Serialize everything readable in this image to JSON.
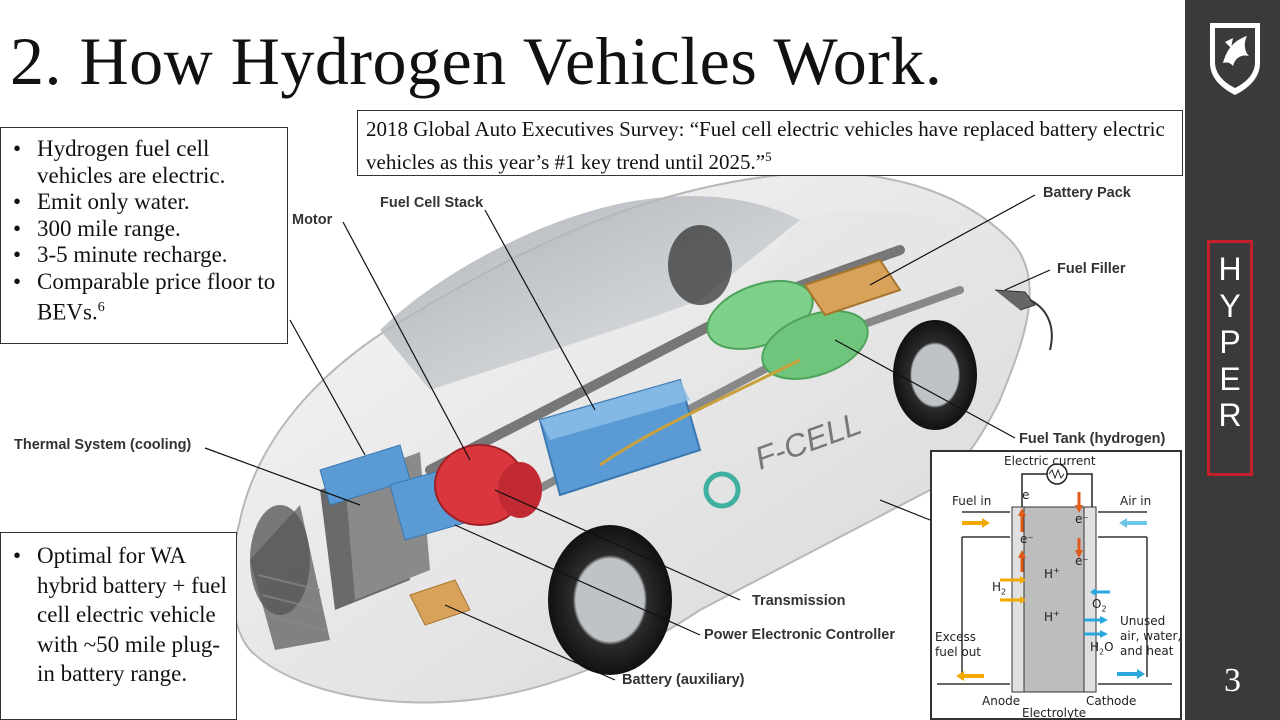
{
  "title": "2. How Hydrogen Vehicles Work.",
  "quote": "2018 Global Auto Executives Survey: “Fuel cell electric vehicles have replaced battery electric vehicles as this year’s #1 key trend until 2025.”",
  "quote_ref": "5",
  "left_bullets": [
    "Hydrogen fuel cell vehicles are electric.",
    "Emit only water.",
    "300 mile range.",
    "3-5 minute recharge.",
    "Comparable price floor to BEVs."
  ],
  "left_bullet_ref": "6",
  "bottom_bullet": "Optimal for WA hybrid battery + fuel cell electric vehicle with ~50 mile plug-in battery range.",
  "car_labels": {
    "motor": "Motor",
    "fuel_cell_stack": "Fuel Cell Stack",
    "battery_pack": "Battery Pack",
    "fuel_filler": "Fuel Filler",
    "thermal_system": "Thermal System (cooling)",
    "fuel_tank": "Fuel Tank (hydrogen)",
    "transmission": "Transmission",
    "power_controller": "Power Electronic Controller",
    "battery_aux": "Battery (auxiliary)",
    "car_badge": "F-CELL"
  },
  "fuel_cell": {
    "electric_current": "Electric current",
    "fuel_in": "Fuel in",
    "air_in": "Air in",
    "e": "e",
    "e_minus": "e⁻",
    "h_plus": "H",
    "h2": "H",
    "o2": "O",
    "h2o_h": "H",
    "h2o_o": "O",
    "sub_2": "2",
    "sup_plus": "+",
    "excess_fuel": "Excess fuel out",
    "unused": "Unused air, water, and heat",
    "anode": "Anode",
    "cathode": "Cathode",
    "electrolyte": "Electrolyte"
  },
  "sidebar": {
    "hyper_letters": [
      "H",
      "Y",
      "P",
      "E",
      "R"
    ],
    "page_number": "3"
  },
  "colors": {
    "sidebar": "#3a3a3a",
    "hyper_border": "#c4202b",
    "battery_blue": "#5b9bd5",
    "tank_green": "#7fd08a",
    "motor_red": "#d9363e",
    "battery_orange": "#d9a25a"
  }
}
